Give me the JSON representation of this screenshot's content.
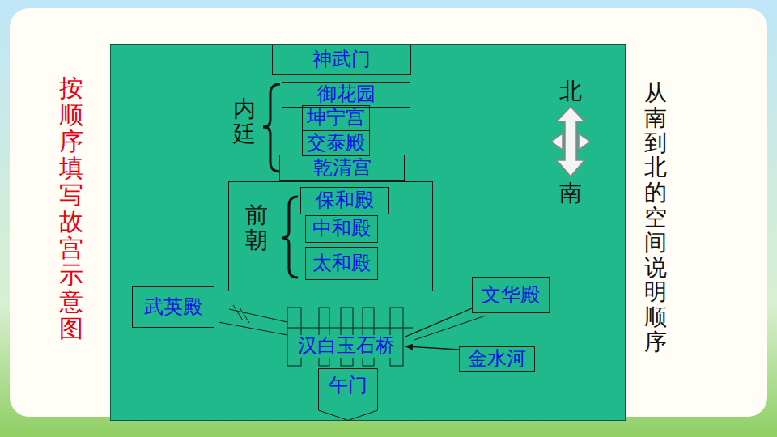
{
  "diagram": {
    "nodes": [
      {
        "text": [
          "神武门"
        ]
      },
      {
        "text": [
          "御花园"
        ]
      },
      {
        "text": [
          "坤宁宫"
        ]
      },
      {
        "text": [
          "交泰殿"
        ]
      },
      {
        "text": [
          "乾清宫"
        ]
      },
      {
        "text": [
          "前朝"
        ]
      },
      {
        "text": [
          "保和殿"
        ],
        "in": 5
      },
      {
        "text": [
          "中和殿"
        ],
        "in": 5
      },
      {
        "text": [
          "太和殿"
        ],
        "in": 5
      },
      {
        "text": [
          "武英殿"
        ]
      },
      {
        "text": [
          "文华殿"
        ]
      },
      {
        "text": [
          "汉白玉石桥"
        ]
      },
      {
        "text": [
          "金水河"
        ]
      },
      {
        "text": [
          "午门"
        ]
      }
    ],
    "edges": [
      {
        "from": 10,
        "to": 11,
        "arrow": "none"
      },
      {
        "from": 12,
        "to": 11,
        "arrow": "to"
      }
    ],
    "labels": [
      "按顺序填写故宫示意图",
      "从南到北的空间说明顺序",
      "内廷",
      "北",
      "南"
    ]
  }
}
